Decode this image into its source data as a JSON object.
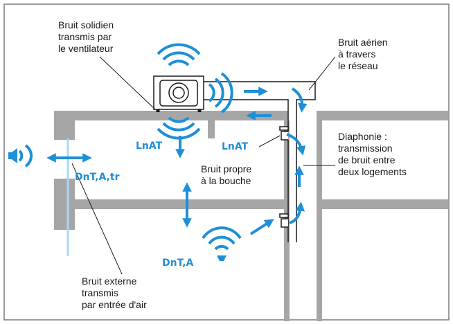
{
  "annotations": {
    "fan_noise": [
      "Bruit solidien",
      "transmis par",
      "le ventilateur"
    ],
    "airborne_noise": [
      "Bruit aérien",
      "à travers",
      "le réseau"
    ],
    "crosstalk": [
      "Diaphonie :",
      "transmission",
      "de bruit entre",
      "deux logements"
    ],
    "vent_self_noise": [
      "Bruit propre",
      "à la bouche"
    ],
    "external_noise": [
      "Bruit externe",
      "transmis",
      "par entrée d'air"
    ]
  },
  "labels": {
    "lnat_left": "LnAT",
    "lnat_right": "LnAT",
    "dnt_a_tr": "DnT,A,tr",
    "dnt_a": "DnT,A"
  },
  "colors": {
    "accent": "#1f8fd6",
    "wall": "#a6a6a6",
    "frame": "#7a7a7a",
    "duct": "#1a1a1a"
  }
}
